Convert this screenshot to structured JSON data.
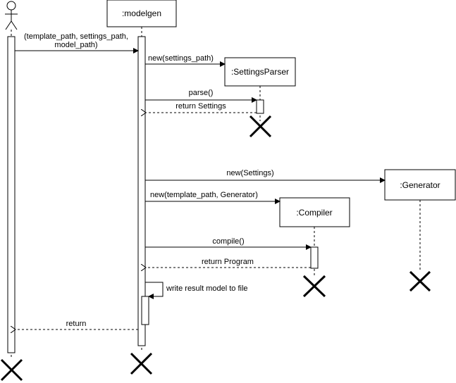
{
  "participants": {
    "actor": "",
    "modelgen": ":modelgen",
    "settings_parser": ":SettingsParser",
    "generator": ":Generator",
    "compiler": ":Compiler"
  },
  "messages": {
    "call_line1": "(template_path, settings_path,",
    "call_line2": "model_path)",
    "new_settings_parser": "new(settings_path)",
    "parse": "parse()",
    "return_settings": "return Settings",
    "new_generator": "new(Settings)",
    "new_compiler": "new(template_path, Generator)",
    "compile": "compile()",
    "return_program": "return Program",
    "write_result": "write result model to file",
    "return": "return"
  }
}
